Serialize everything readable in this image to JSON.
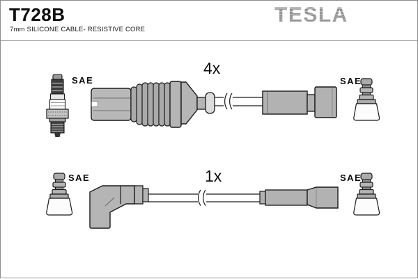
{
  "header": {
    "part_number": "T728B",
    "subtitle": "7mm SILICONE CABLE- RESISTIVE CORE",
    "brand": "TESLA"
  },
  "diagram": {
    "rows": [
      {
        "quantity": "4x",
        "left_icon": "spark-plug-icon",
        "left_label": "SAE",
        "cable": "straight boot with bellows, inline sleeve terminal",
        "right_icon": "sae-terminal-icon",
        "right_label": "SAE"
      },
      {
        "quantity": "1x",
        "left_icon": "sae-terminal-icon",
        "left_label": "SAE",
        "cable": "angled elbow boot, inline sleeve terminal",
        "right_icon": "sae-terminal-icon",
        "right_label": "SAE"
      }
    ]
  },
  "colors": {
    "brand_gray": "#9a9a9a",
    "connector_gray": "#b5b5b5",
    "outline": "#1a1a1a"
  }
}
